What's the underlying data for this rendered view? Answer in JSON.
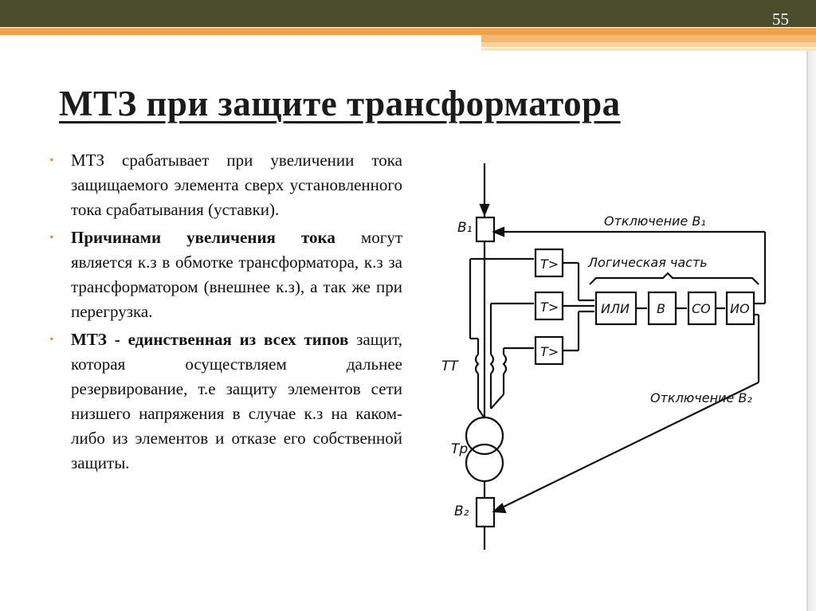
{
  "slide": {
    "page_number": "55",
    "title": "МТЗ при защите трансформатора"
  },
  "bullets": [
    {
      "plain": "МТЗ срабатывает при увеличении тока защищаемого элемента сверх установленного тока срабатывания (уставки).",
      "bold_prefix": "",
      "rest": ""
    },
    {
      "plain": "",
      "bold_prefix": "Причинами увеличения тока",
      "rest": " могут является к.з в обмотке трансформатора, к.з за трансформатором (внешнее к.з), а так же при перегрузка."
    },
    {
      "plain": "",
      "bold_prefix": "МТЗ - единственная из всех типов",
      "rest": " защит, которая осуществляем дальнее резервирование, т.е защиту элементов сети низшего напряжения в случае к.з на каком-либо из элементов и отказе его собственной защиты."
    }
  ],
  "diagram": {
    "trip1": "Отключение B₁",
    "trip2": "Отключение B₂",
    "logic_part": "Логическая часть",
    "breaker1": "B₁",
    "breaker2": "B₂",
    "ct_label": "ТТ",
    "transformer_label": "Тр",
    "relay1": "Т>",
    "relay2": "Т>",
    "relay3": "Т>",
    "block_or": "ИЛИ",
    "block_v": "В",
    "block_so": "СО",
    "block_io": "ИО"
  }
}
